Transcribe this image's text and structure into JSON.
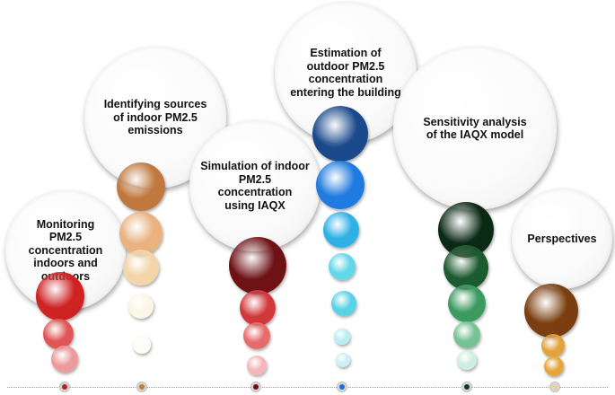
{
  "stages": [
    {
      "label": "Monitoring\nPM2.5\nconcentration\nindoors and\noutdoors",
      "marker_color": "#b22222",
      "dot_colors": [
        "#cf2222",
        "#e05555",
        "#ee9a9a"
      ]
    },
    {
      "label": "Identifying sources\nof indoor PM2.5\nemissions",
      "marker_color": "#c07a3a",
      "dot_colors": [
        "#c0783e",
        "#e9b27e",
        "#f3d5a8",
        "#fbf6e6",
        "#fdfbf2"
      ]
    },
    {
      "label": "Simulation of indoor\nPM2.5\nconcentration\nusing IAQX",
      "marker_color": "#6b1010",
      "dot_colors": [
        "#6e1216",
        "#d2383b",
        "#e86b6b",
        "#f5b6ba"
      ]
    },
    {
      "label": "Estimation of\noutdoor PM2.5\nconcentration\nentering the building",
      "marker_color": "#1c6fd6",
      "dot_colors": [
        "#1a4a8c",
        "#1f7be0",
        "#2fb0e6",
        "#63d7ea",
        "#58d2e6",
        "#b8eef4",
        "#c9f0f6"
      ]
    },
    {
      "label": "Sensitivity analysis\nof the IAQX model",
      "marker_color": "#0f3a1c",
      "dot_colors": [
        "#0b2a14",
        "#1c5a30",
        "#3c9a60",
        "#76c294",
        "#cdeee0"
      ]
    },
    {
      "label": "Perspectives",
      "marker_color": "#eccf98",
      "dot_colors": [
        "#7a3e10",
        "#e3a33c",
        "#e6a43c"
      ]
    }
  ]
}
